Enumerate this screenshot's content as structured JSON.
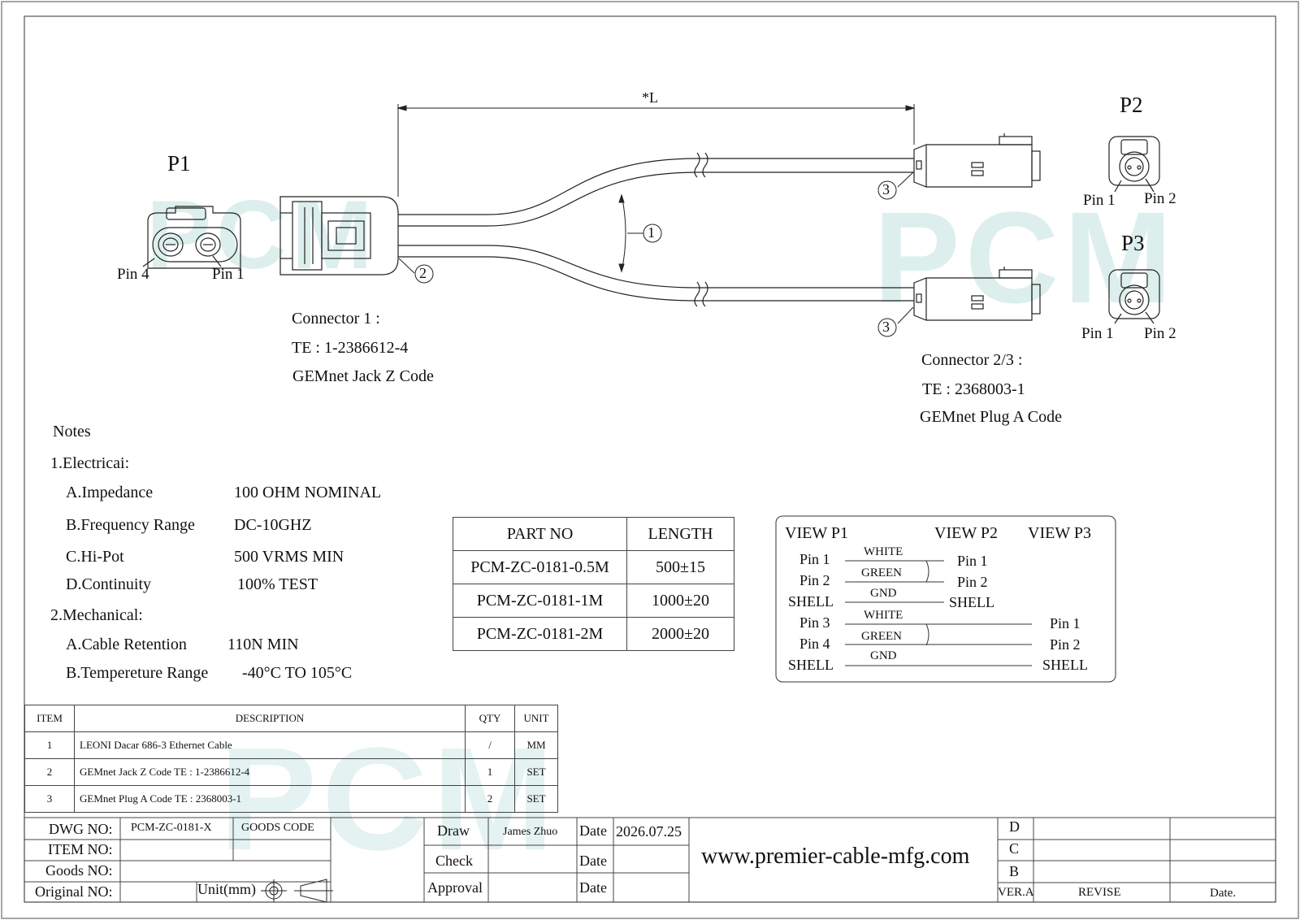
{
  "watermark": "PCM",
  "colors": {
    "line": "#222222",
    "watermark": "#cfe9e6",
    "frame": "#555555"
  },
  "connectors": {
    "p1": {
      "title": "P1",
      "pin_left": "Pin 4",
      "pin_right": "Pin 1"
    },
    "p2": {
      "title": "P2",
      "pin_left": "Pin 1",
      "pin_right": "Pin 2"
    },
    "p3": {
      "title": "P3",
      "pin_left": "Pin 1",
      "pin_right": "Pin 2"
    }
  },
  "dimension": {
    "length_label": "*L"
  },
  "balloons": {
    "cable": "1",
    "connector1": "2",
    "connector23": "3"
  },
  "connector1_info": [
    "Connector 1 :",
    "TE : 1-2386612-4",
    "GEMnet Jack Z Code"
  ],
  "connector23_info": [
    "Connector 2/3 :",
    "TE : 2368003-1",
    "GEMnet Plug A Code"
  ],
  "notes": {
    "title": "Notes",
    "electrical": {
      "heading": "1.Electricai:",
      "items": [
        {
          "label": "A.Impedance",
          "value": "100 OHM NOMINAL"
        },
        {
          "label": "B.Frequency Range",
          "value": "DC-10GHZ"
        },
        {
          "label": "C.Hi-Pot",
          "value": "500 VRMS MIN"
        },
        {
          "label": "D.Continuity",
          "value": "100% TEST"
        }
      ]
    },
    "mechanical": {
      "heading": "2.Mechanical:",
      "items": [
        {
          "label": "A.Cable Retention",
          "value": "110N MIN"
        },
        {
          "label": "B.Tempereture Range",
          "value": "-40°C TO 105°C"
        }
      ]
    }
  },
  "part_table": {
    "headers": [
      "PART NO",
      "LENGTH"
    ],
    "rows": [
      [
        "PCM-ZC-0181-0.5M",
        "500±15"
      ],
      [
        "PCM-ZC-0181-1M",
        "1000±20"
      ],
      [
        "PCM-ZC-0181-2M",
        "2000±20"
      ]
    ]
  },
  "wiring": {
    "headers": [
      "VIEW P1",
      "VIEW P2",
      "VIEW P3"
    ],
    "group1": {
      "left": [
        "Pin 1",
        "Pin 2",
        "SHELL"
      ],
      "wires": [
        "WHITE",
        "GREEN",
        "GND"
      ],
      "right": [
        "Pin 1",
        "Pin 2",
        "SHELL"
      ]
    },
    "group2": {
      "left": [
        "Pin 3",
        "Pin 4",
        "SHELL"
      ],
      "wires": [
        "WHITE",
        "GREEN",
        "GND"
      ],
      "right": [
        "Pin 1",
        "Pin 2",
        "SHELL"
      ]
    }
  },
  "bom": {
    "headers": [
      "ITEM",
      "DESCRIPTION",
      "QTY",
      "UNIT"
    ],
    "rows": [
      [
        "1",
        "LEONI Dacar 686-3 Ethernet Cable",
        "/",
        "MM"
      ],
      [
        "2",
        "GEMnet Jack Z Code TE : 1-2386612-4",
        "1",
        "SET"
      ],
      [
        "3",
        "GEMnet Plug A Code TE : 2368003-1",
        "2",
        "SET"
      ]
    ]
  },
  "title_block": {
    "dwg_no_label": "DWG NO:",
    "dwg_no": "PCM-ZC-0181-X",
    "goods_code_label": "GOODS CODE",
    "item_no_label": "ITEM NO:",
    "goods_no_label": "Goods NO:",
    "original_no_label": "Original NO:",
    "unit_label": "Unit(mm)",
    "draw_label": "Draw",
    "draw_name": "James Zhuo",
    "check_label": "Check",
    "approval_label": "Approval",
    "date_label": "Date",
    "draw_date": "2026.07.25",
    "website": "www.premier-cable-mfg.com",
    "rev_d": "D",
    "rev_c": "C",
    "rev_b": "B",
    "rev_vera": "VER.A",
    "revise_label": "REVISE",
    "date_col_label": "Date."
  }
}
